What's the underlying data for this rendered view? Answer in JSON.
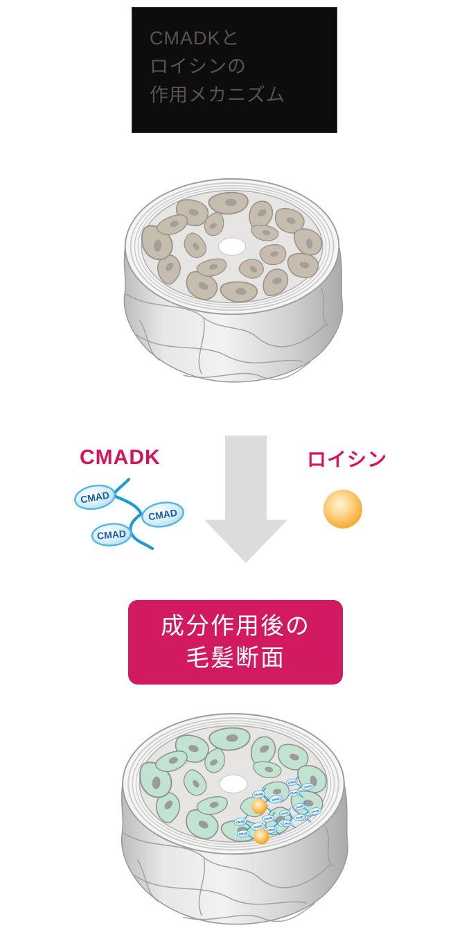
{
  "page": {
    "background": "#ffffff"
  },
  "title_box": {
    "bg": "#0d0d0d",
    "text_color": "#5a5250",
    "line1": "CMADKと",
    "line2": "ロイシンの",
    "line3": "作用メカニズム"
  },
  "before_illustration": {
    "name": "hair-cross-section-before"
  },
  "mechanism": {
    "cmadk_label": "CMADK",
    "cmad_unit": "CMAD",
    "leucine_label": "ロイシン",
    "label_color": "#d4145e",
    "molecule_blue": "#1e9bd3",
    "leucine_orange": "#f19d1e",
    "arrow_color": "#dcdcdc",
    "arrow_direction": "down"
  },
  "after_box": {
    "bg": "#d11a61",
    "text_color": "#ffffff",
    "line1": "成分作用後の",
    "line2": "毛髪断面"
  },
  "after_illustration": {
    "name": "hair-cross-section-after",
    "cmadk_molecule_count": 6,
    "leucine_sphere_count": 2
  },
  "colors": {
    "cell_before": "#c7bdae",
    "cell_after": "#c2e2d2",
    "nucleus_gray": "#9d9a94",
    "cortex_bg": "#e6e5e3",
    "cylinder_gray": "#cfcfcf"
  }
}
